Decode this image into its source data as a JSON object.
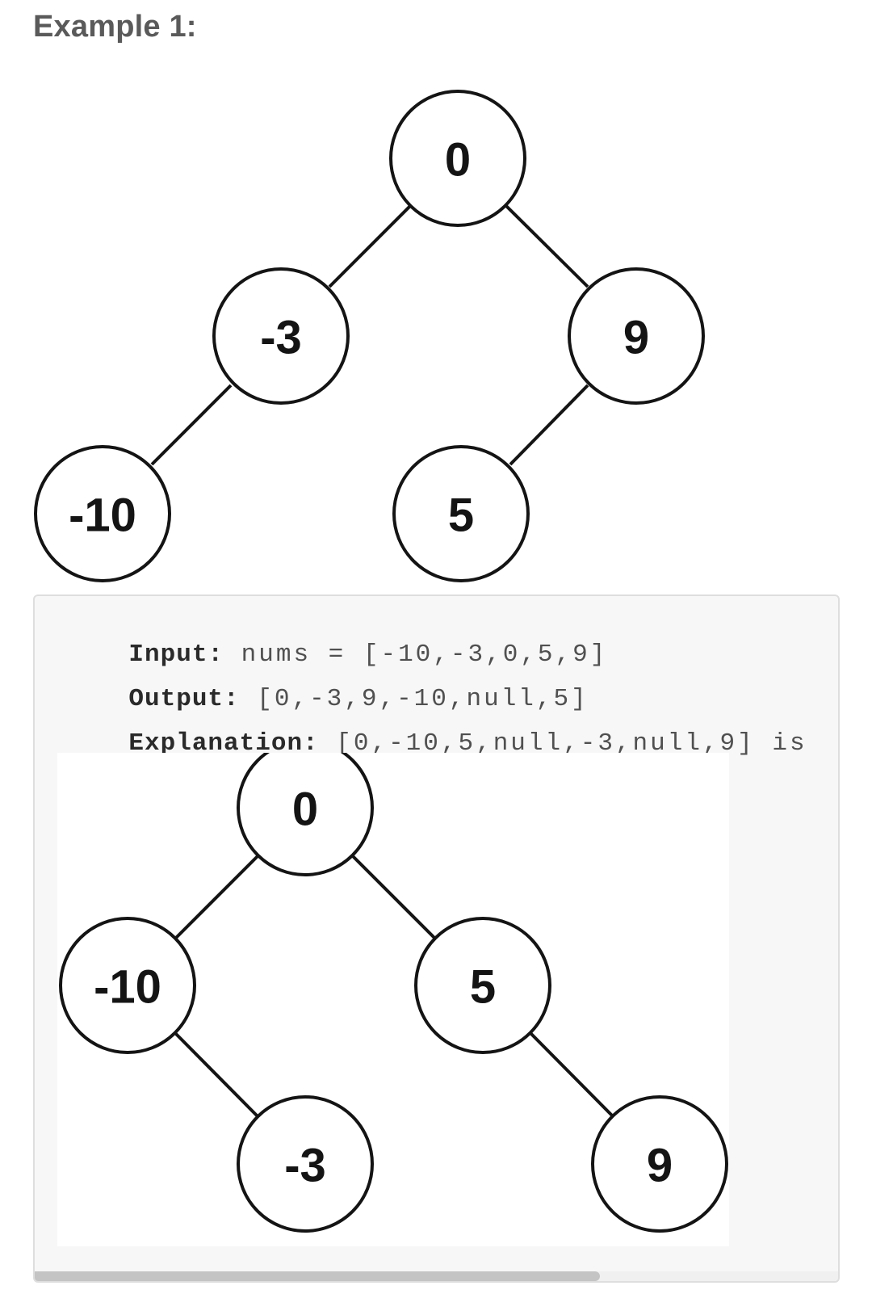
{
  "example": {
    "title": "Example 1:"
  },
  "tree1": {
    "nodes": {
      "root": "0",
      "left": "-3",
      "right": "9",
      "left_left": "-10",
      "right_left": "5"
    }
  },
  "io": {
    "input_label": "Input:",
    "input_value": " nums = [-10,-3,0,5,9]",
    "output_label": "Output:",
    "output_value": " [0,-3,9,-10,null,5]",
    "explanation_label": "Explanation:",
    "explanation_value": " [0,-10,5,null,-3,null,9] is"
  },
  "tree2": {
    "nodes": {
      "root": "0",
      "left": "-10",
      "right": "5",
      "left_right": "-3",
      "right_right": "9"
    }
  }
}
